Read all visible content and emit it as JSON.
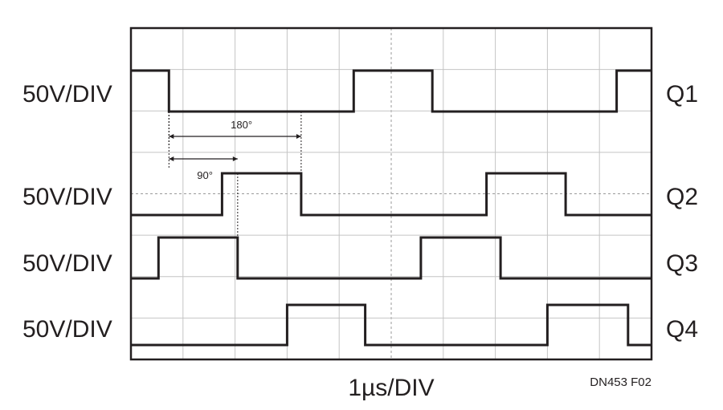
{
  "chart_data": {
    "type": "line",
    "xlabel": "1µs/DIV",
    "figure_code": "DN453 F02",
    "divisions": {
      "x": 10,
      "y": 8
    },
    "x_unit": "µs",
    "grid": true,
    "series": [
      {
        "name": "Q1",
        "scale": "50V/DIV",
        "x": [
          0,
          0.73,
          0.73,
          4.28,
          4.28,
          5.79,
          5.79,
          9.33,
          9.33,
          10
        ],
        "level": [
          "high",
          "high",
          "low",
          "low",
          "high",
          "high",
          "low",
          "low",
          "high",
          "high"
        ]
      },
      {
        "name": "Q2",
        "scale": "50V/DIV",
        "x": [
          0,
          1.75,
          1.75,
          3.27,
          3.27,
          6.83,
          6.83,
          8.35,
          8.35,
          10
        ],
        "level": [
          "low",
          "low",
          "high",
          "high",
          "low",
          "low",
          "high",
          "high",
          "low",
          "low"
        ]
      },
      {
        "name": "Q3",
        "scale": "50V/DIV",
        "x": [
          0,
          0.53,
          0.53,
          2.05,
          2.05,
          5.57,
          5.57,
          7.1,
          7.1,
          10
        ],
        "level": [
          "low",
          "low",
          "high",
          "high",
          "low",
          "low",
          "high",
          "high",
          "low",
          "low"
        ]
      },
      {
        "name": "Q4",
        "scale": "50V/DIV",
        "x": [
          0,
          3.0,
          3.0,
          4.5,
          4.5,
          8.0,
          8.0,
          9.55,
          9.55,
          10
        ],
        "level": [
          "low",
          "low",
          "high",
          "high",
          "low",
          "low",
          "high",
          "high",
          "low",
          "low"
        ]
      }
    ],
    "annotations": [
      {
        "text": "180°",
        "from_x": 0.73,
        "to_x": 3.27
      },
      {
        "text": "90°",
        "from_x": 0.73,
        "to_x": 2.05
      }
    ]
  }
}
